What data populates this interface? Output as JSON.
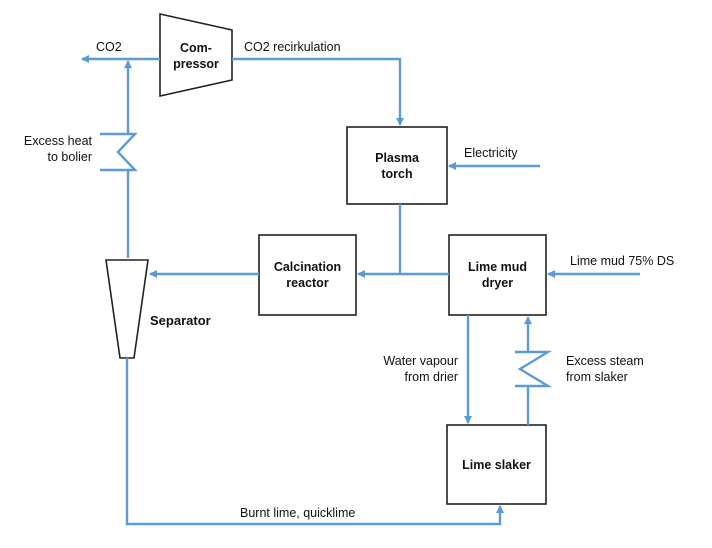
{
  "nodes": {
    "compressor": {
      "line1": "Com-",
      "line2": "pressor"
    },
    "plasma_torch": {
      "line1": "Plasma",
      "line2": "torch"
    },
    "calcination_reactor": {
      "line1": "Calcination",
      "line2": "reactor"
    },
    "lime_mud_dryer": {
      "line1": "Lime mud",
      "line2": "dryer"
    },
    "lime_slaker": {
      "label": "Lime slaker"
    },
    "separator": {
      "label": "Separator"
    }
  },
  "flows": {
    "co2_out": "CO2",
    "co2_recirculation": "CO2 recirkulation",
    "electricity": "Electricity",
    "lime_mud_in": "Lime mud 75% DS",
    "excess_heat_line1": "Excess heat",
    "excess_heat_line2": "to bolier",
    "water_vapour_line1": "Water vapour",
    "water_vapour_line2": "from drier",
    "excess_steam_line1": "Excess steam",
    "excess_steam_line2": "from slaker",
    "burnt_lime": "Burnt lime, quicklime"
  },
  "colors": {
    "arrow": "#5b9bd5",
    "outline": "#222222",
    "text": "#111111"
  }
}
